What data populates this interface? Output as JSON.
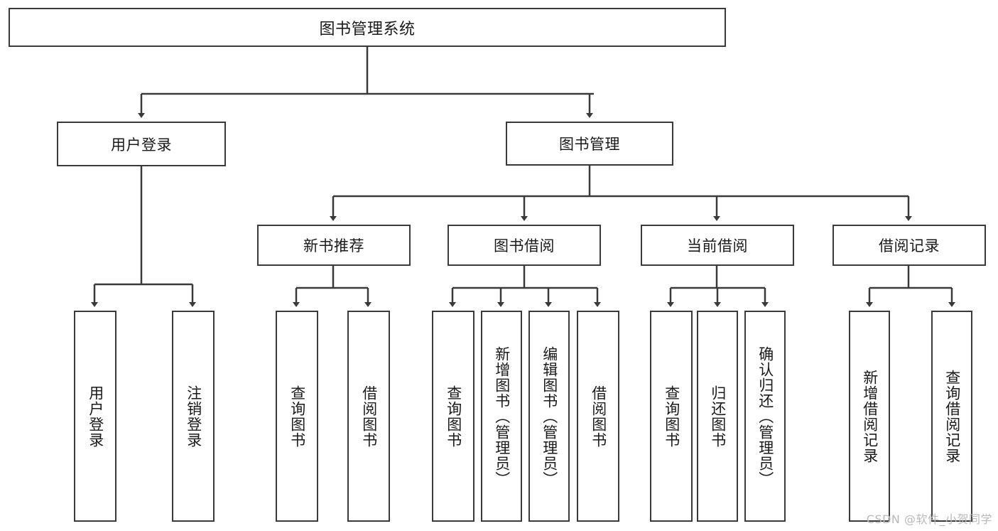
{
  "diagram": {
    "title": "图书管理系统",
    "type": "tree-hierarchy-diagram",
    "watermark": "CSDN @软件_小贺同学",
    "colors": {
      "border": "#3a3a3a",
      "background": "#ffffff",
      "text": "#1a1a1a",
      "watermark": "#b9b9b9"
    },
    "nodes": {
      "root": "图书管理系统",
      "level1": [
        "用户登录",
        "图书管理"
      ],
      "level2": [
        "新书推荐",
        "图书借阅",
        "当前借阅",
        "借阅记录"
      ],
      "leaves": {
        "user_login": [
          "用户登录",
          "注销登录"
        ],
        "new_book_recommend": [
          "查询图书",
          "借阅图书"
        ],
        "book_borrow": [
          "查询图书",
          "新增图书（管理员）",
          "编辑图书（管理员）",
          "借阅图书"
        ],
        "current_borrow": [
          "查询图书",
          "归还图书",
          "确认归还（管理员）"
        ],
        "borrow_record": [
          "新增借阅记录",
          "查询借阅记录"
        ]
      }
    }
  }
}
